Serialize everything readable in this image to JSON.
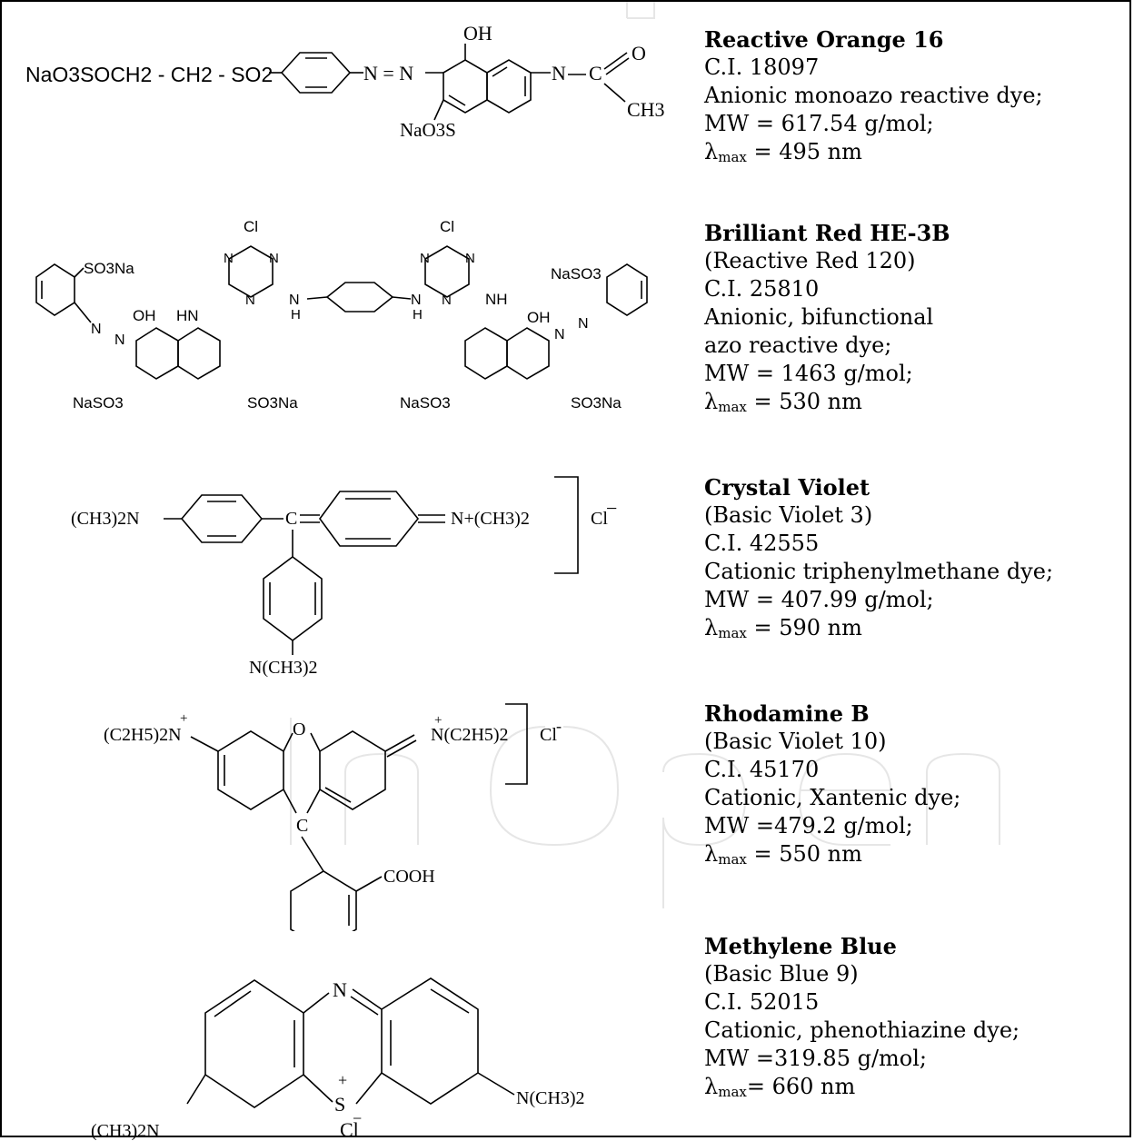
{
  "watermark": {
    "logo_text": "IntechOpen"
  },
  "dyes": [
    {
      "name": "Reactive Orange 16",
      "lines": [
        "C.I. 18097",
        "Anionic monoazo reactive dye;",
        "MW = 617.54 g/mol;"
      ],
      "lambda_symbol": "λ",
      "lambda_sub": "max",
      "lambda_value": " = 495 nm",
      "structure_labels": {
        "chain": "NaO3SOCH2 - CH2 - SO2",
        "azo": "N = N",
        "oh": "OH",
        "so3na": "NaO3S",
        "n": "N",
        "c": "C",
        "o": "O",
        "ch3": "CH3"
      }
    },
    {
      "name": "Brilliant Red HE-3B",
      "lines": [
        "(Reactive Red 120)",
        "C.I. 25810",
        "Anionic, bifunctional",
        "azo reactive dye;",
        "MW = 1463 g/mol;"
      ],
      "lambda_symbol": "λ",
      "lambda_sub": "max",
      "lambda_value": " = 530 nm",
      "structure_labels": {
        "cl": "Cl",
        "n": "N",
        "so3na_r": "SO3Na",
        "so3na_l": "NaSO3",
        "oh": "OH",
        "hn": "HN",
        "nh": "NH",
        "h": "H"
      }
    },
    {
      "name": "Crystal Violet",
      "lines": [
        "(Basic Violet 3)",
        "C.I. 42555",
        "Cationic triphenylmethane dye;",
        "MW = 407.99 g/mol;"
      ],
      "lambda_symbol": "λ",
      "lambda_sub": "max",
      "lambda_value": " = 590 nm",
      "structure_labels": {
        "left_amine": "(CH3)2N",
        "c": "C",
        "right_amine": "N+(CH3)2",
        "cl": "Cl",
        "bottom_amine": "N(CH3)2"
      }
    },
    {
      "name": "Rhodamine B",
      "lines": [
        "(Basic Violet 10)",
        "C.I. 45170",
        "Cationic, Xantenic dye;",
        "MW =479.2 g/mol;"
      ],
      "lambda_symbol": "λ",
      "lambda_sub": "max",
      "lambda_value": " = 550 nm",
      "structure_labels": {
        "left_amine": "(C2H5)2N",
        "right_amine": "N(C2H5)2",
        "plus": "+",
        "o": "O",
        "c": "C",
        "cooh": "COOH",
        "cl": "Cl"
      }
    },
    {
      "name": "Methylene Blue",
      "lines": [
        "(Basic Blue 9)",
        "C.I. 52015",
        "Cationic, phenothiazine dye;",
        "MW =319.85 g/mol;"
      ],
      "lambda_symbol": "λ",
      "lambda_sub": "max",
      "lambda_value": "= 660 nm",
      "structure_labels": {
        "n": "N",
        "s": "S",
        "plus": "+",
        "cl": "Cl",
        "left_amine": "(CH3)2N",
        "right_amine": "N(CH3)2"
      }
    }
  ]
}
